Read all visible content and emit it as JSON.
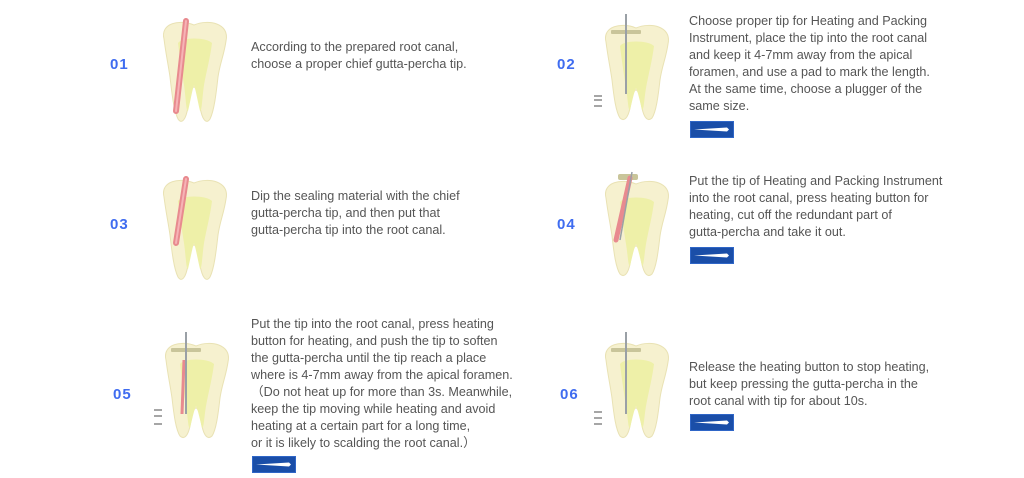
{
  "colors": {
    "step_number": "#3f6cf0",
    "text": "#555555",
    "tip_badge": "#1a4ea8",
    "dentin": "#f6f1cf",
    "pulp": "#eef0a8",
    "gutta_percha": "#e88a8f"
  },
  "steps": [
    {
      "number": "01",
      "text": "According to the prepared root canal,\nchoose a proper chief gutta-percha tip.",
      "icon": "tooth-gutta-percha-icon"
    },
    {
      "number": "02",
      "text": "Choose proper tip for Heating and Packing\nInstrument, place the tip into the root canal\nand keep it 4-7mm away from the apical\nforamen, and use a pad to mark the length.\nAt the same time, choose a plugger of the\nsame size.",
      "icon": "tooth-plugger-icon",
      "tip_badge": "heating-tip-icon"
    },
    {
      "number": "03",
      "text": "Dip the sealing material with the chief\ngutta-percha tip, and then put that\ngutta-percha tip into the root canal.",
      "icon": "tooth-gutta-percha-icon"
    },
    {
      "number": "04",
      "text": "Put the tip of Heating and Packing Instrument\ninto the root canal, press heating button for\nheating, cut off the redundant part of\ngutta-percha and take it out.",
      "icon": "tooth-heating-tip-icon",
      "tip_badge": "heating-tip-icon"
    },
    {
      "number": "05",
      "text": "Put the tip into the root canal, press heating\nbutton for heating, and push the tip to soften\nthe gutta-percha until the tip reach a place\nwhere is 4-7mm away from the apical foramen.\n（Do not heat up for more than 3s. Meanwhile,\nkeep the tip moving while heating and avoid\nheating at a certain part for a long time,\nor it is likely to scalding the root canal.）",
      "icon": "tooth-plugger-icon",
      "tip_badge": "heating-tip-icon"
    },
    {
      "number": "06",
      "text": "Release the heating button to stop heating,\nbut keep pressing the gutta-percha in the\nroot canal with tip for about 10s.",
      "icon": "tooth-plugger-icon",
      "tip_badge": "heating-tip-icon"
    }
  ]
}
